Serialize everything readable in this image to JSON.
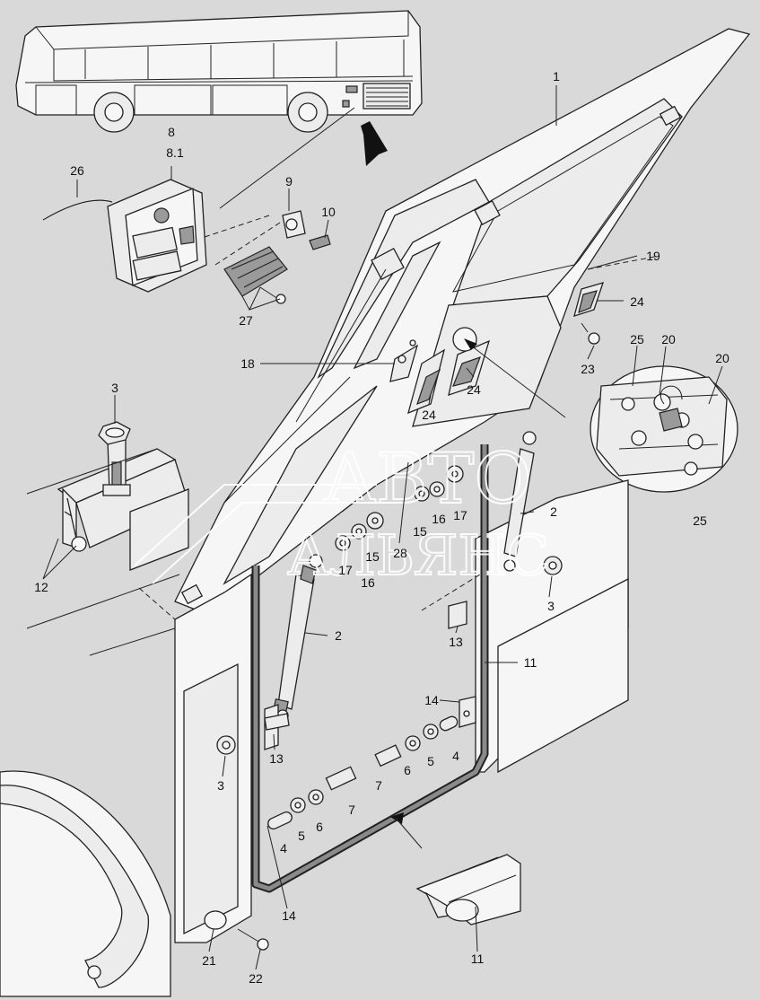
{
  "watermark": {
    "line1": "АВТО",
    "line2": "АЛЬЯНС"
  },
  "callouts": [
    {
      "id": "c1",
      "text": "1"
    },
    {
      "id": "c8",
      "text": "8"
    },
    {
      "id": "c81",
      "text": "8.1"
    },
    {
      "id": "c26",
      "text": "26"
    },
    {
      "id": "c9",
      "text": "9"
    },
    {
      "id": "c10",
      "text": "10"
    },
    {
      "id": "c27",
      "text": "27"
    },
    {
      "id": "c19",
      "text": "19"
    },
    {
      "id": "c24a",
      "text": "24"
    },
    {
      "id": "c23",
      "text": "23"
    },
    {
      "id": "c25a",
      "text": "25"
    },
    {
      "id": "c20a",
      "text": "20"
    },
    {
      "id": "c20b",
      "text": "20"
    },
    {
      "id": "c25b",
      "text": "25"
    },
    {
      "id": "c18",
      "text": "18"
    },
    {
      "id": "c24b",
      "text": "24"
    },
    {
      "id": "c24c",
      "text": "24"
    },
    {
      "id": "c3a",
      "text": "3"
    },
    {
      "id": "c12",
      "text": "12"
    },
    {
      "id": "c28",
      "text": "28"
    },
    {
      "id": "c15a",
      "text": "15"
    },
    {
      "id": "c16a",
      "text": "16"
    },
    {
      "id": "c17a",
      "text": "17"
    },
    {
      "id": "c17b",
      "text": "17"
    },
    {
      "id": "c16b",
      "text": "16"
    },
    {
      "id": "c15b",
      "text": "15"
    },
    {
      "id": "c2a",
      "text": "2"
    },
    {
      "id": "c3b",
      "text": "3"
    },
    {
      "id": "c2b",
      "text": "2"
    },
    {
      "id": "c13a",
      "text": "13"
    },
    {
      "id": "c11a",
      "text": "11"
    },
    {
      "id": "c14a",
      "text": "14"
    },
    {
      "id": "c13b",
      "text": "13"
    },
    {
      "id": "c3c",
      "text": "3"
    },
    {
      "id": "c7a",
      "text": "7"
    },
    {
      "id": "c6a",
      "text": "6"
    },
    {
      "id": "c5a",
      "text": "5"
    },
    {
      "id": "c4a",
      "text": "4"
    },
    {
      "id": "c7b",
      "text": "7"
    },
    {
      "id": "c6b",
      "text": "6"
    },
    {
      "id": "c5b",
      "text": "5"
    },
    {
      "id": "c4b",
      "text": "4"
    },
    {
      "id": "c14b",
      "text": "14"
    },
    {
      "id": "c21",
      "text": "21"
    },
    {
      "id": "c22",
      "text": "22"
    },
    {
      "id": "c11b",
      "text": "11"
    }
  ]
}
